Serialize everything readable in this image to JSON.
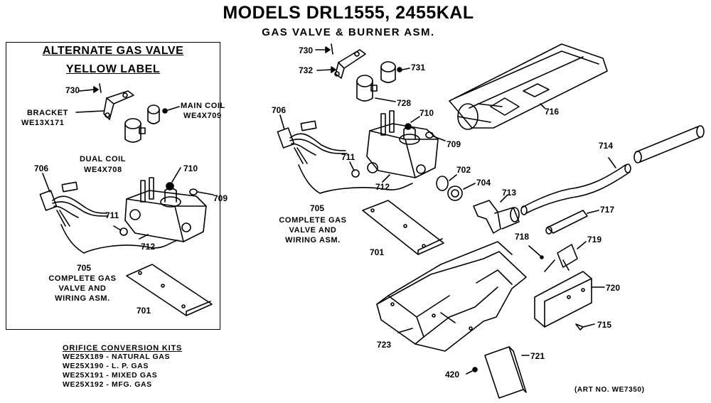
{
  "title": "MODELS DRL1555, 2455KAL",
  "subtitle": "GAS VALVE & BURNER ASM.",
  "inset": {
    "title_line1": "ALTERNATE GAS VALVE",
    "title_line2": "YELLOW LABEL",
    "labels": {
      "bracket": "BRACKET",
      "bracket_part": "WE13X171",
      "main_coil": "MAIN COIL",
      "main_coil_part": "WE4X709",
      "dual_coil": "DUAL COIL",
      "dual_coil_part": "WE4X708",
      "complete_1": "COMPLETE GAS",
      "complete_2": "VALVE AND",
      "complete_3": "WIRING ASM."
    },
    "numbers": {
      "n730": "730",
      "n706": "706",
      "n710": "710",
      "n709": "709",
      "n711": "711",
      "n712": "712",
      "n705": "705",
      "n701": "701"
    }
  },
  "main": {
    "labels": {
      "complete_1": "COMPLETE GAS",
      "complete_2": "VALVE AND",
      "complete_3": "WIRING ASM."
    },
    "numbers": {
      "n730": "730",
      "n732": "732",
      "n731": "731",
      "n728": "728",
      "n706": "706",
      "n710": "710",
      "n709": "709",
      "n711": "711",
      "n712": "712",
      "n702": "702",
      "n704": "704",
      "n713": "713",
      "n705": "705",
      "n701": "701",
      "n716": "716",
      "n714": "714",
      "n717": "717",
      "n718": "718",
      "n719": "719",
      "n720": "720",
      "n715": "715",
      "n723": "723",
      "n721": "721",
      "n420": "420"
    }
  },
  "kits": {
    "heading": "ORIFICE CONVERSION KITS",
    "rows": [
      "WE25X189 - NATURAL GAS",
      "WE25X190 - L. P. GAS",
      "WE25X191 - MIXED GAS",
      "WE25X192 - MFG. GAS"
    ]
  },
  "art_no": "(ART NO. WE7350)"
}
